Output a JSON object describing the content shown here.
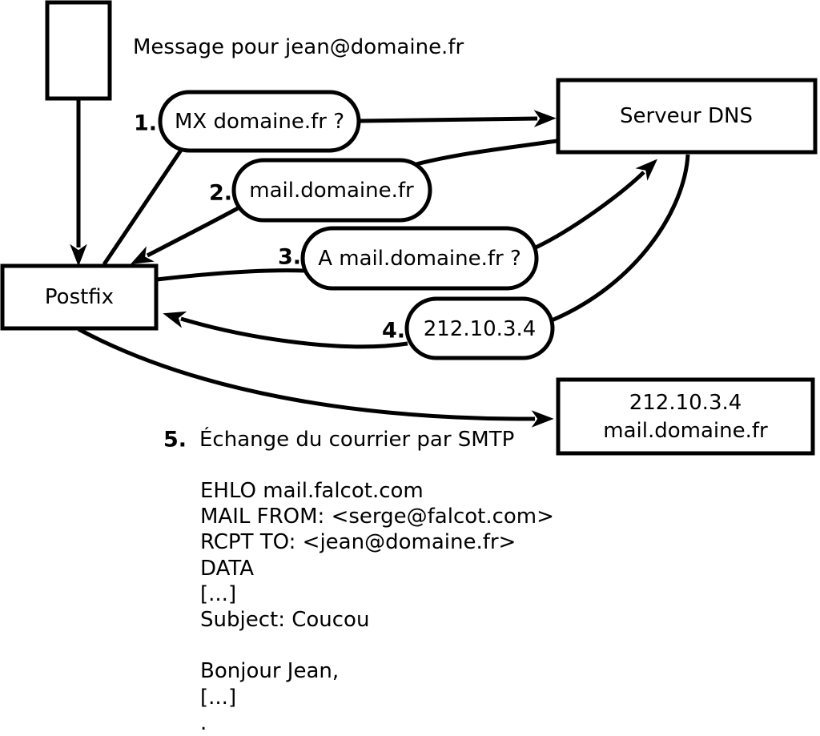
{
  "title": "Message pour jean@domaine.fr",
  "nodes": {
    "postfix": {
      "label": "Postfix"
    },
    "dns": {
      "label": "Serveur DNS"
    },
    "mail_server": {
      "line1": "212.10.3.4",
      "line2": "mail.domaine.fr"
    }
  },
  "steps": [
    {
      "num": "1.",
      "label": "MX domaine.fr ?"
    },
    {
      "num": "2.",
      "label": "mail.domaine.fr"
    },
    {
      "num": "3.",
      "label": "A mail.domaine.fr ?"
    },
    {
      "num": "4.",
      "label": "212.10.3.4"
    },
    {
      "num": "5.",
      "label": "Échange du courrier par SMTP"
    }
  ],
  "smtp": {
    "lines": [
      "EHLO mail.falcot.com",
      "MAIL FROM: <serge@falcot.com>",
      "RCPT TO: <jean@domaine.fr>",
      "DATA",
      "[...]",
      "Subject: Coucou",
      "",
      "Bonjour Jean,",
      "[...]",
      "."
    ]
  },
  "colors": {
    "stroke": "#000000",
    "fill": "#ffffff",
    "background": "#ffffff"
  }
}
